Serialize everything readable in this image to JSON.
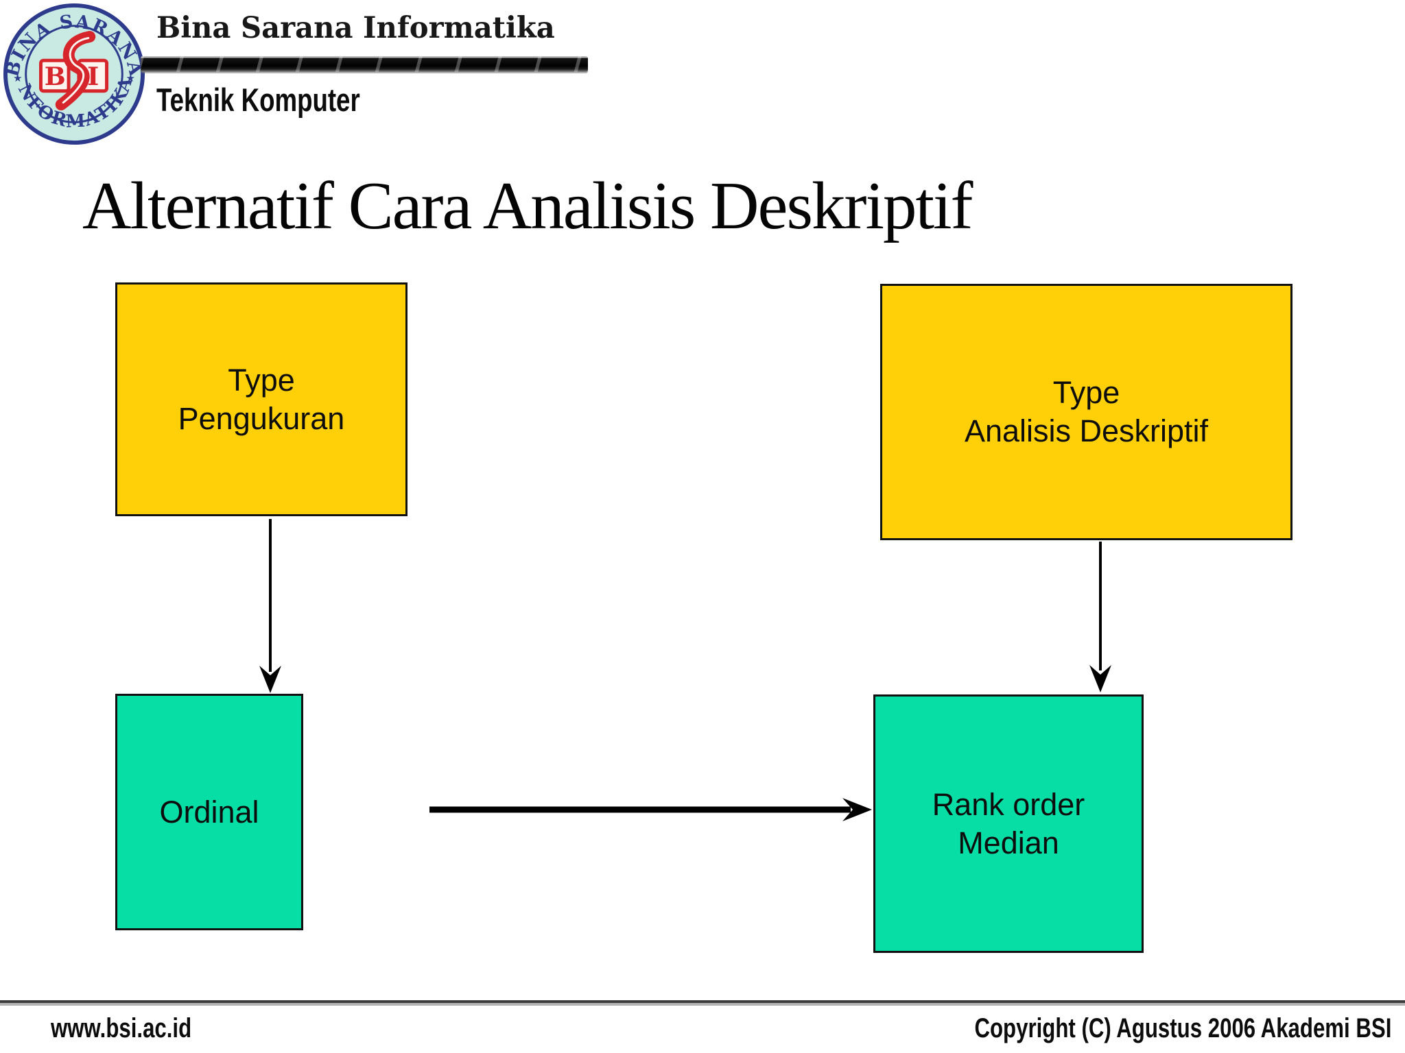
{
  "header": {
    "org_name": "Bina Sarana Informatika",
    "dept_name": "Teknik Komputer",
    "logo": {
      "arc_top": "BINA SARANA",
      "arc_bottom": "INFORMATIKA",
      "monogram_left": "B",
      "monogram_right": "I",
      "star": "★",
      "colors": {
        "ring": "#2e3b8c",
        "disc": "#c9eae3",
        "emblem_red": "#d6252b"
      }
    }
  },
  "title": "Alternatif Cara Analisis Deskriptif",
  "diagram": {
    "boxes": [
      {
        "id": "type-pengukuran",
        "label": "Type\nPengukuran",
        "fill": "#FFD008"
      },
      {
        "id": "type-analisis-deskriptif",
        "label": "Type\nAnalisis Deskriptif",
        "fill": "#FFD008"
      },
      {
        "id": "ordinal",
        "label": "Ordinal",
        "fill": "#07DEA6"
      },
      {
        "id": "rank-order-median",
        "label": "Rank order\nMedian",
        "fill": "#07DEA6"
      }
    ],
    "arrows": [
      {
        "from": "type-pengukuran",
        "to": "ordinal",
        "direction": "down"
      },
      {
        "from": "type-analisis-deskriptif",
        "to": "rank-order-median",
        "direction": "down"
      },
      {
        "from": "ordinal",
        "to": "rank-order-median",
        "direction": "right"
      }
    ],
    "colors": {
      "box_yellow": "#FFD008",
      "box_green": "#07DEA6",
      "box_border": "#111111",
      "arrow": "#000000"
    }
  },
  "footer": {
    "website": "www.bsi.ac.id",
    "copyright": "Copyright (C) Agustus 2006 Akademi BSI"
  }
}
